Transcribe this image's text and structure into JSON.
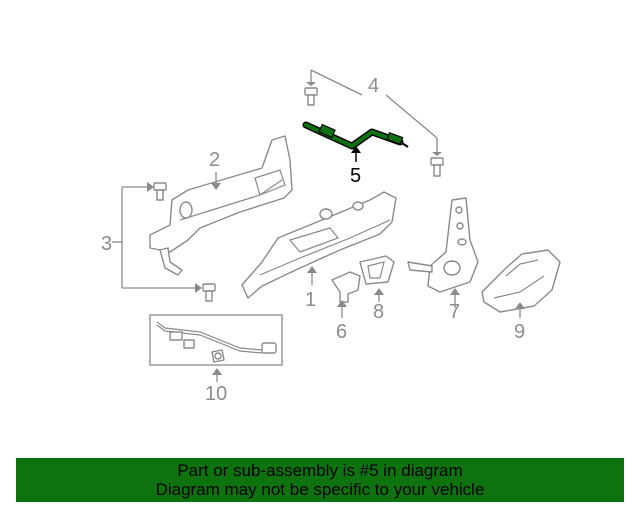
{
  "diagram": {
    "callouts": {
      "c1": "1",
      "c2": "2",
      "c3": "3",
      "c4": "4",
      "c5": "5",
      "c6": "6",
      "c7": "7",
      "c8": "8",
      "c9": "9",
      "c10": "10"
    },
    "highlight_part": "5",
    "highlight_color": "#0e730e",
    "line_color": "#8a8a8a"
  },
  "banner": {
    "line1": "Part or sub-assembly is #5 in diagram",
    "line2": "Diagram may not be specific to your vehicle",
    "background": "#0e730e"
  }
}
